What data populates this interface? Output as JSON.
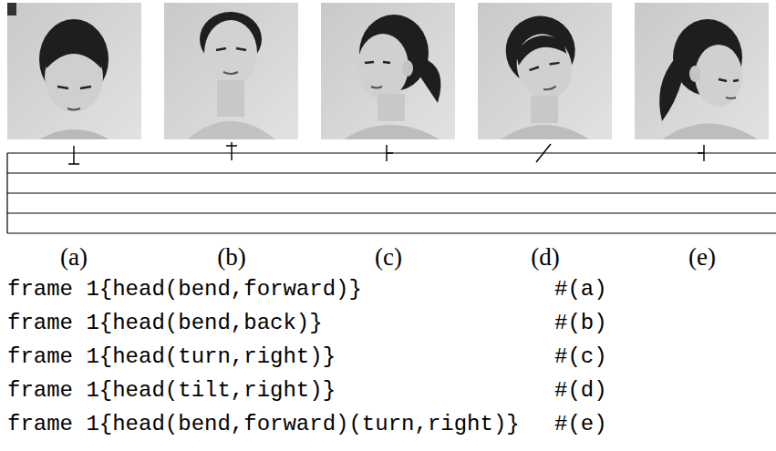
{
  "diagram": {
    "labels": [
      "(a)",
      "(b)",
      "(c)",
      "(d)",
      "(e)",
      "frame 1{head(bend,forward)}",
      "#(a)",
      "frame 1{head(bend,back)}",
      "#(b)",
      "frame 1{head(turn,right)}",
      "#(c)",
      "frame 1{head(tilt,right)}",
      "#(d)",
      "frame 1{head(bend,forward)(turn,right)}",
      "#(e)"
    ]
  }
}
